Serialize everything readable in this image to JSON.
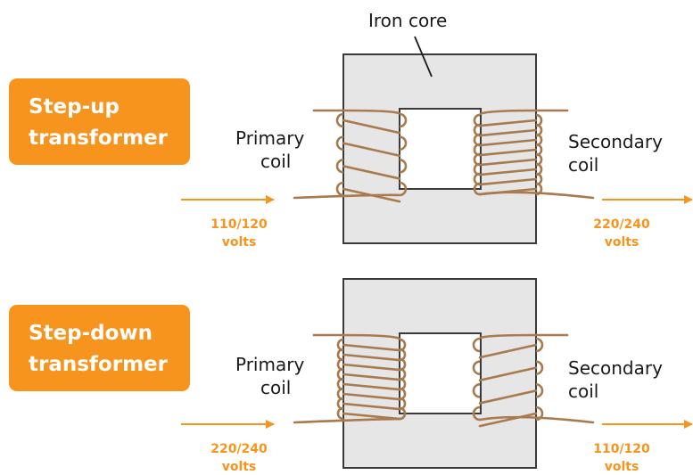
{
  "colors": {
    "accent": "#f7941d",
    "core_fill": "#e6e6e6",
    "core_stroke": "#3a3a3a",
    "coil": "#a87a4d",
    "text": "#1a1a1a"
  },
  "core_label": "Iron core",
  "panels": [
    {
      "badge_line1": "Step-up",
      "badge_line2": "transformer",
      "primary_line1": "Primary",
      "primary_line2": "coil",
      "secondary_line1": "Secondary",
      "secondary_line2": "coil",
      "input_volts_line1": "110/120",
      "input_volts_line2": "volts",
      "output_volts_line1": "220/240",
      "output_volts_line2": "volts",
      "primary_turns": 4,
      "secondary_turns": 8
    },
    {
      "badge_line1": "Step-down",
      "badge_line2": "transformer",
      "primary_line1": "Primary",
      "primary_line2": "coil",
      "secondary_line1": "Secondary",
      "secondary_line2": "coil",
      "input_volts_line1": "220/240",
      "input_volts_line2": "volts",
      "output_volts_line1": "110/120",
      "output_volts_line2": "volts",
      "primary_turns": 8,
      "secondary_turns": 4
    }
  ]
}
